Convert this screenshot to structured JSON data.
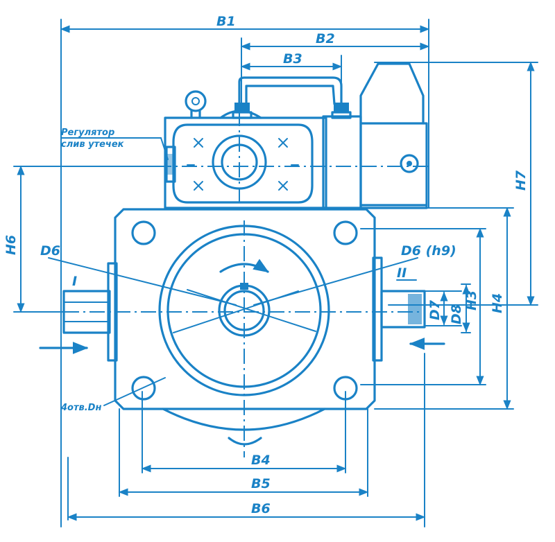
{
  "drawing": {
    "line_color": "#1a82c6",
    "dimensions": {
      "b1": "B1",
      "b2": "B2",
      "b3": "B3",
      "b4": "B4",
      "b5": "B5",
      "b6": "B6",
      "h3": "H3",
      "h4": "H4",
      "h6": "H6",
      "h7": "H7",
      "d6": "D6",
      "d6_h9": "D6 (h9)",
      "d7": "D7",
      "d8": "D8"
    },
    "ports": {
      "inlet": "I",
      "outlet": "II"
    },
    "notes": {
      "regulator_line1": "Регулятор",
      "regulator_line2": "слив утечек",
      "holes": "4отв.Dн"
    }
  }
}
